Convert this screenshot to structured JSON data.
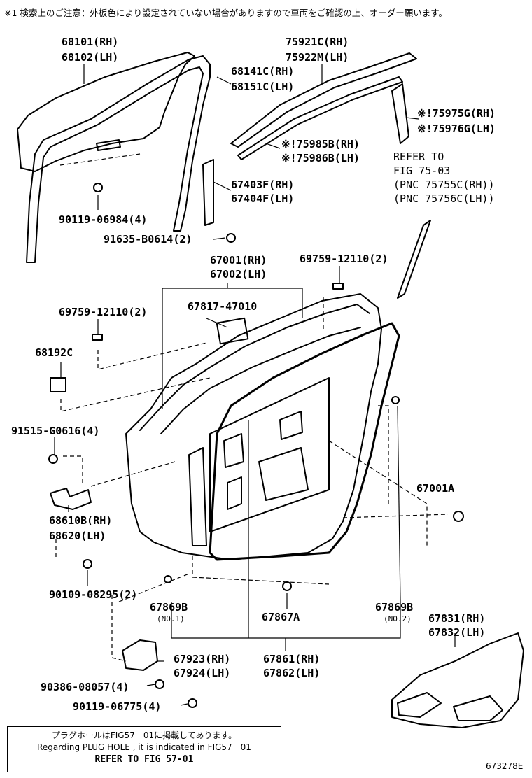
{
  "note": "※1 検索上のご注意：外板色により設定されていない場合がありますので車両をご確認の上、オーダー願います。",
  "labels": {
    "p68101": "68101(RH)",
    "p68102": "68102(LH)",
    "p75921": "75921C(RH)",
    "p75922": "75922M(LH)",
    "p68141": "68141C(RH)",
    "p68151": "68151C(LH)",
    "p75975": "※!75975G(RH)",
    "p75976": "※!75976G(LH)",
    "p75985": "※!75985B(RH)",
    "p75986": "※!75986B(LH)",
    "refer1": "REFER TO",
    "refer2": "FIG 75-03",
    "refer3": "(PNC 75755C(RH))",
    "refer4": "(PNC 75756C(LH))",
    "p67403": "67403F(RH)",
    "p67404": "67404F(LH)",
    "p90119a": "90119-06984(4)",
    "p91635": "91635-B0614(2)",
    "p67001": "67001(RH)",
    "p67002": "67002(LH)",
    "p69759a": "69759-12110(2)",
    "p67817": "67817-47010",
    "p69759b": "69759-12110(2)",
    "p68192": "68192C",
    "p91515": "91515-G0616(4)",
    "p68610": "68610B(RH)",
    "p68620": "68620(LH)",
    "p67001a": "67001A",
    "p90109": "90109-08295(2)",
    "p67869b1": "67869B",
    "no1": "(NO.1)",
    "p67867a": "67867A",
    "p67869b2": "67869B",
    "no2": "(NO.2)",
    "p67831": "67831(RH)",
    "p67832": "67832(LH)",
    "p67923": "67923(RH)",
    "p67924": "67924(LH)",
    "p67861": "67861(RH)",
    "p67862": "67862(LH)",
    "p90386": "90386-08057(4)",
    "p90119b": "90119-06775(4)"
  },
  "footer": {
    "line1": "プラグホールはFIG57－01に掲載してあります。",
    "line2": "Regarding PLUG HOLE , it is indicated in FIG57－01",
    "line3": "REFER TO FIG 57-01"
  },
  "figure_id": "673278E"
}
